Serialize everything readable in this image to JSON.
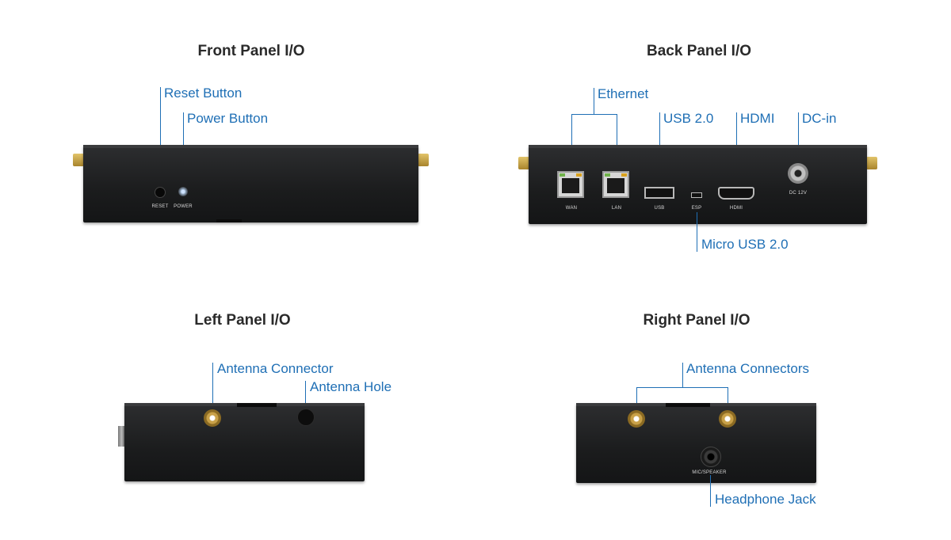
{
  "panels": {
    "front": {
      "title": "Front Panel I/O",
      "callouts": {
        "reset": "Reset Button",
        "power": "Power Button"
      },
      "labels": {
        "reset": "RESET",
        "power": "POWER"
      }
    },
    "back": {
      "title": "Back Panel I/O",
      "callouts": {
        "ethernet": "Ethernet",
        "usb": "USB 2.0",
        "hdmi": "HDMI",
        "dcin": "DC-in",
        "microusb": "Micro USB 2.0"
      },
      "labels": {
        "wan": "WAN",
        "lan": "LAN",
        "usb": "USB",
        "esp": "ESP",
        "hdmi": "HDMI",
        "dc": "DC 12V"
      }
    },
    "left": {
      "title": "Left Panel I/O",
      "callouts": {
        "antenna_connector": "Antenna Connector",
        "antenna_hole": "Antenna Hole"
      }
    },
    "right": {
      "title": "Right Panel I/O",
      "callouts": {
        "antenna_connectors": "Antenna Connectors",
        "headphone": "Headphone Jack"
      },
      "labels": {
        "mic": "MIC/SPEAKER"
      }
    }
  },
  "colors": {
    "callout": "#1f6fb5",
    "title": "#2a2a2a",
    "chassis": "#1b1c1d"
  }
}
